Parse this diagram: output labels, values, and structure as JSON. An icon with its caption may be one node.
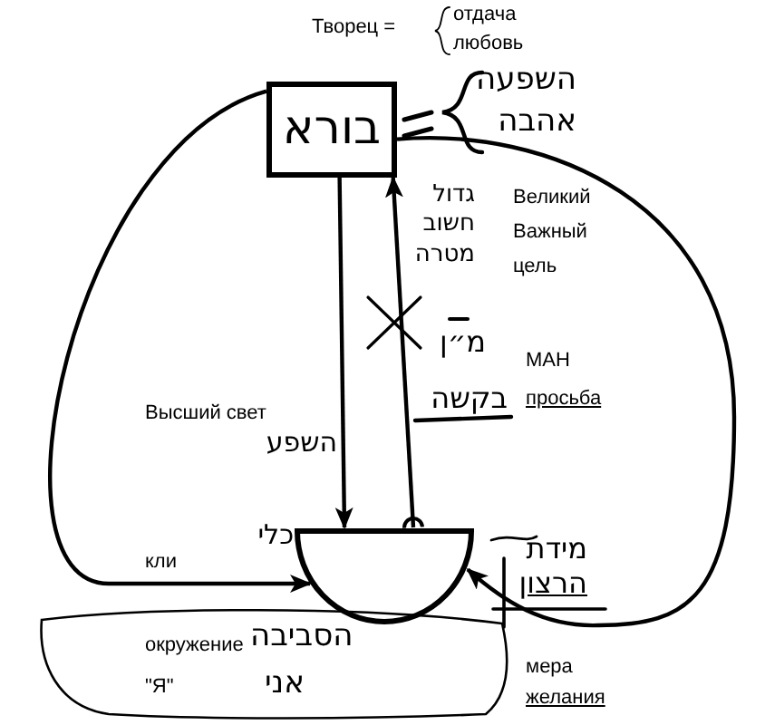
{
  "diagram": {
    "nodes": [
      {
        "text": [
          "בורא"
        ]
      },
      {
        "text": [],
        "shape": "bowl"
      },
      {
        "text": [
          "הסביבה",
          "אני"
        ]
      }
    ],
    "edges": [
      {
        "from": 0,
        "to": 1,
        "arrow": "to",
        "label": "השפע"
      },
      {
        "from": 1,
        "to": 0,
        "arrow": "to",
        "label": "גדול חשוב מטרה"
      },
      {
        "from": 0,
        "to": 1,
        "arrow": "to"
      },
      {
        "from": 0,
        "to": 1,
        "arrow": "to"
      }
    ],
    "labels": [
      "Творец =",
      "отдача",
      "любовь",
      "השפעה",
      "אהבה",
      "Великий",
      "Важный",
      "цель",
      "מ״ן",
      "МАН",
      "בקשה",
      "просьба",
      "Высший свет",
      "כלי",
      "מידת",
      "הרצון",
      "кли",
      "мера",
      "желания",
      "окружение",
      "\"Я\""
    ]
  }
}
